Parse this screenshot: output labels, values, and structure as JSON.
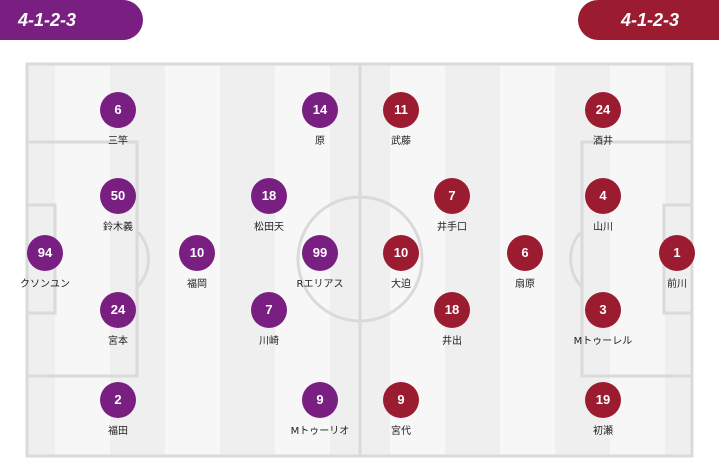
{
  "home": {
    "formation": "4-1-2-3",
    "color": "#7a1f82",
    "players": [
      {
        "number": "6",
        "name": "三竿"
      },
      {
        "number": "50",
        "name": "鈴木義"
      },
      {
        "number": "94",
        "name": "クソンユン"
      },
      {
        "number": "24",
        "name": "宮本"
      },
      {
        "number": "2",
        "name": "福田"
      },
      {
        "number": "10",
        "name": "福岡"
      },
      {
        "number": "14",
        "name": "原"
      },
      {
        "number": "18",
        "name": "松田天"
      },
      {
        "number": "99",
        "name": "Rエリアス"
      },
      {
        "number": "7",
        "name": "川崎"
      },
      {
        "number": "9",
        "name": "Mトゥーリオ"
      }
    ]
  },
  "away": {
    "formation": "4-1-2-3",
    "color": "#9b1b30",
    "players": [
      {
        "number": "11",
        "name": "武藤"
      },
      {
        "number": "24",
        "name": "酒井"
      },
      {
        "number": "7",
        "name": "井手口"
      },
      {
        "number": "4",
        "name": "山川"
      },
      {
        "number": "10",
        "name": "大迫"
      },
      {
        "number": "6",
        "name": "扇原"
      },
      {
        "number": "1",
        "name": "前川"
      },
      {
        "number": "18",
        "name": "井出"
      },
      {
        "number": "3",
        "name": "Mトゥーレル"
      },
      {
        "number": "9",
        "name": "宮代"
      },
      {
        "number": "19",
        "name": "初瀬"
      }
    ]
  }
}
